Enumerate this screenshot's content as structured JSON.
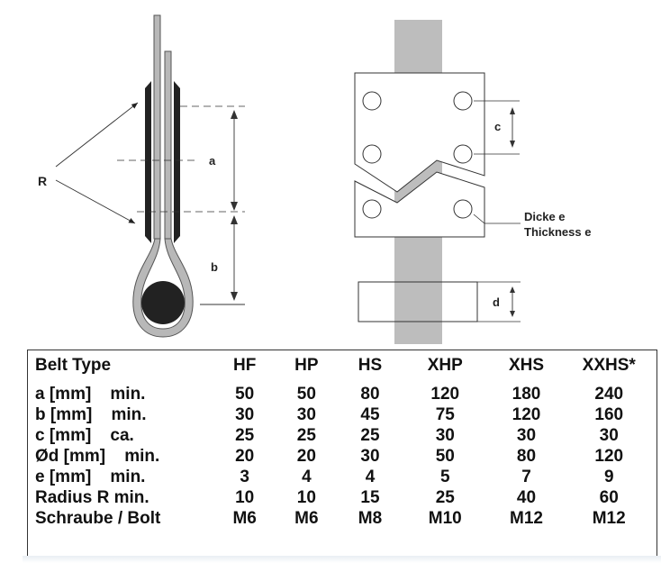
{
  "diagram": {
    "labels": {
      "R": "R",
      "a": "a",
      "b": "b",
      "c": "c",
      "d": "d",
      "thickness_de": "Dicke e",
      "thickness_en": "Thickness e"
    },
    "colors": {
      "belt_outline": "#555555",
      "belt_fill": "#b8b8b8",
      "rubber_pad": "#222222",
      "round_bar": "#222222",
      "clamp_fill": "#ffffff",
      "belt_band": "#bdbdbd"
    }
  },
  "table": {
    "header": {
      "param": "Belt Type",
      "types": [
        "HF",
        "HP",
        "HS",
        "XHP",
        "XHS",
        "XXHS*"
      ]
    },
    "rows": [
      {
        "param": "a [mm]    min.",
        "values": [
          "50",
          "50",
          "80",
          "120",
          "180",
          "240"
        ]
      },
      {
        "param": "b [mm]    min.",
        "values": [
          "30",
          "30",
          "45",
          "75",
          "120",
          "160"
        ]
      },
      {
        "param": "c [mm]    ca.",
        "values": [
          "25",
          "25",
          "25",
          "30",
          "30",
          "30"
        ]
      },
      {
        "param": "Ød [mm]    min.",
        "values": [
          "20",
          "20",
          "30",
          "50",
          "80",
          "120"
        ]
      },
      {
        "param": "e [mm]    min.",
        "values": [
          "3",
          "4",
          "4",
          "5",
          "7",
          "9"
        ]
      },
      {
        "param": "Radius R min.",
        "values": [
          "10",
          "10",
          "15",
          "25",
          "40",
          "60"
        ]
      },
      {
        "param": "Schraube / Bolt",
        "values": [
          "M6",
          "M6",
          "M8",
          "M10",
          "M12",
          "M12"
        ]
      }
    ]
  }
}
